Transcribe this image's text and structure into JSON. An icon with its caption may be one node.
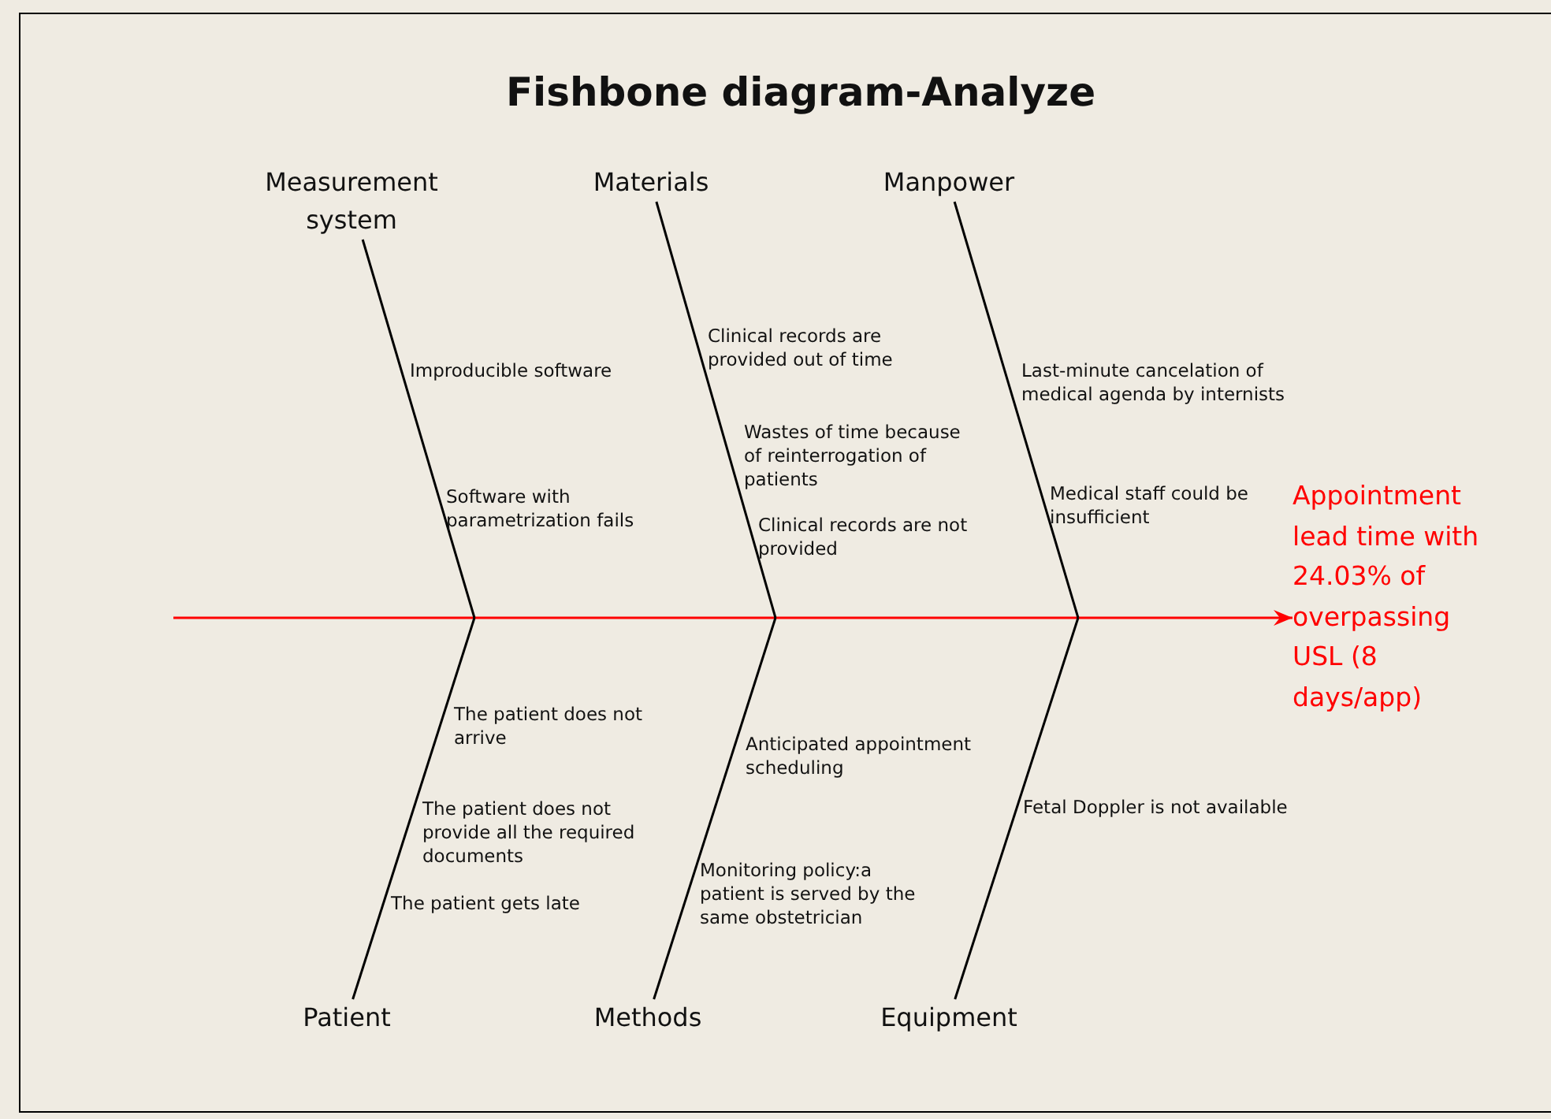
{
  "diagram": {
    "title": "Fishbone diagram-Analyze",
    "nodes": [
      {
        "text": [
          "Measurement system"
        ]
      },
      {
        "text": [
          "Materials"
        ]
      },
      {
        "text": [
          "Manpower"
        ]
      },
      {
        "text": [
          "Appointment lead time with 24.03% of overpassing USL (8 days/app)"
        ]
      },
      {
        "text": [
          "Patient"
        ]
      },
      {
        "text": [
          "Methods"
        ]
      },
      {
        "text": [
          "Equipment"
        ]
      }
    ],
    "edges": [
      {
        "from": null,
        "to": 3,
        "arrow": "to",
        "color": "#ff0000"
      },
      {
        "from": 0,
        "to": null,
        "arrow": "none"
      },
      {
        "from": 1,
        "to": null,
        "arrow": "none"
      },
      {
        "from": 2,
        "to": null,
        "arrow": "none"
      },
      {
        "from": 4,
        "to": null,
        "arrow": "none"
      },
      {
        "from": 5,
        "to": null,
        "arrow": "none"
      },
      {
        "from": 6,
        "to": null,
        "arrow": "none"
      }
    ],
    "labels": [
      "Improducible software",
      "Clinical records are provided out of time",
      "Last-minute cancelation of medical agenda by internists",
      "Wastes of time because of reinterrogation of patients",
      "Software with parametrization fails",
      "Medical staff could be insufficient",
      "Clinical records are not provided",
      "The patient does not arrive",
      "Anticipated appointment scheduling",
      "The patient does not provide all the required documents",
      "Fetal Doppler is not available",
      "Monitoring policy:a patient is served by the same obstetrician",
      "The patient gets late"
    ]
  }
}
